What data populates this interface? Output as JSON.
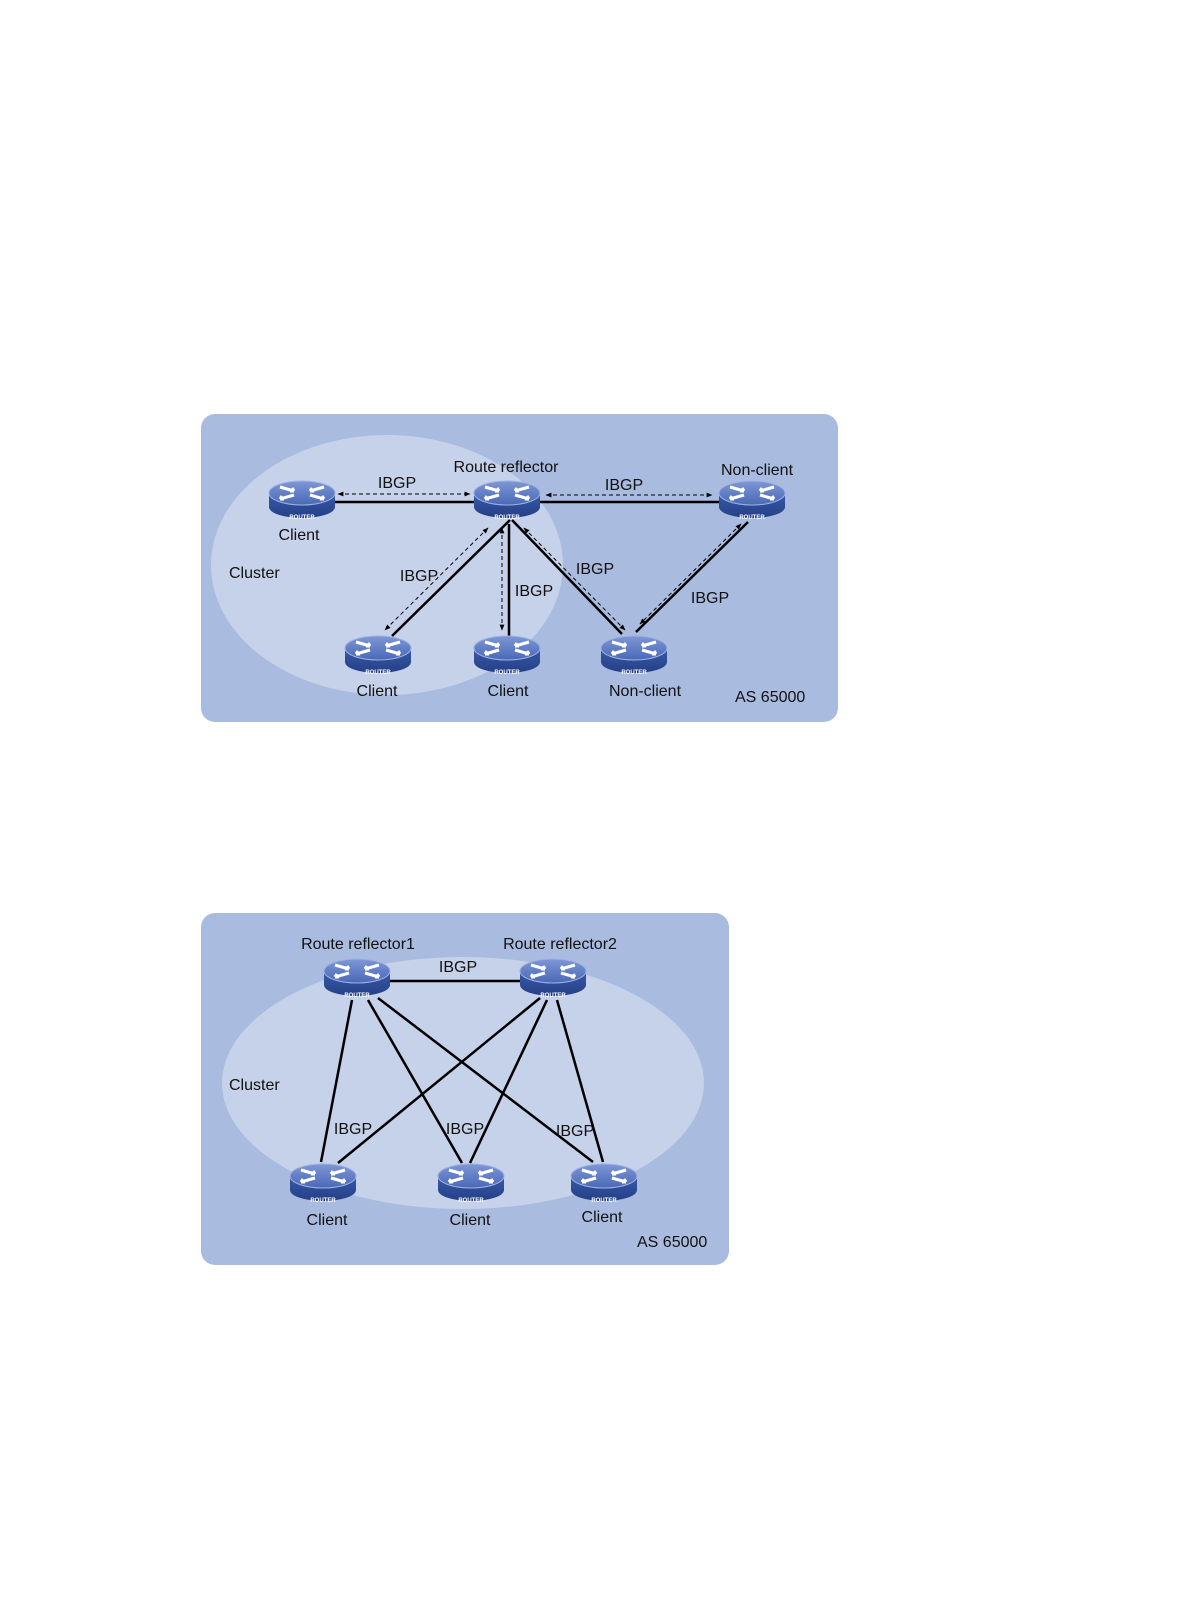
{
  "router_caption": "ROUTER",
  "colors": {
    "panel": "#a9bbdf",
    "cluster": "#c6d1ea",
    "router_top": "#5a79c4",
    "router_side": "#2f4f9c",
    "link": "#000000"
  },
  "diagram1": {
    "labels": {
      "route_reflector": "Route reflector",
      "client_left": "Client",
      "client_bottom_left": "Client",
      "client_bottom_mid": "Client",
      "nonclient_top": "Non-client",
      "nonclient_bottom": "Non-client",
      "cluster": "Cluster",
      "as": "AS 65000",
      "ibgp_rr_client_left": "IBGP",
      "ibgp_rr_nonclient_top": "IBGP",
      "ibgp_rr_client_bl": "IBGP",
      "ibgp_rr_client_bm": "IBGP",
      "ibgp_rr_nonclient_bottom": "IBGP",
      "ibgp_nonclients": "IBGP"
    }
  },
  "diagram2": {
    "labels": {
      "route_reflector1": "Route reflector1",
      "route_reflector2": "Route reflector2",
      "client_left": "Client",
      "client_mid": "Client",
      "client_right": "Client",
      "cluster": "Cluster",
      "as": "AS 65000",
      "ibgp_rr1_rr2": "IBGP",
      "ibgp_left": "IBGP",
      "ibgp_mid": "IBGP",
      "ibgp_right": "IBGP"
    }
  }
}
